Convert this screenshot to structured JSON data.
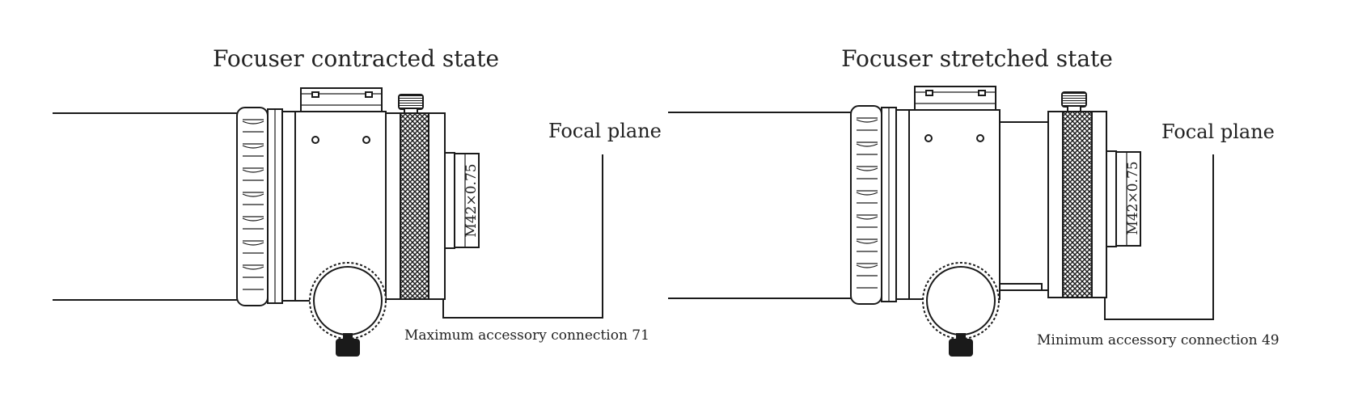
{
  "left": {
    "title": "Focuser contracted state",
    "focal_plane_label": "Focal plane",
    "thread_label": "M42×0.75",
    "connection_label": "Maximum accessory connection 71"
  },
  "right": {
    "title": "Focuser stretched state",
    "focal_plane_label": "Focal plane",
    "thread_label": "M42×0.75",
    "connection_label": "Minimum accessory connection 49"
  },
  "colors": {
    "line": "#1a1a1a",
    "background": "#ffffff"
  }
}
